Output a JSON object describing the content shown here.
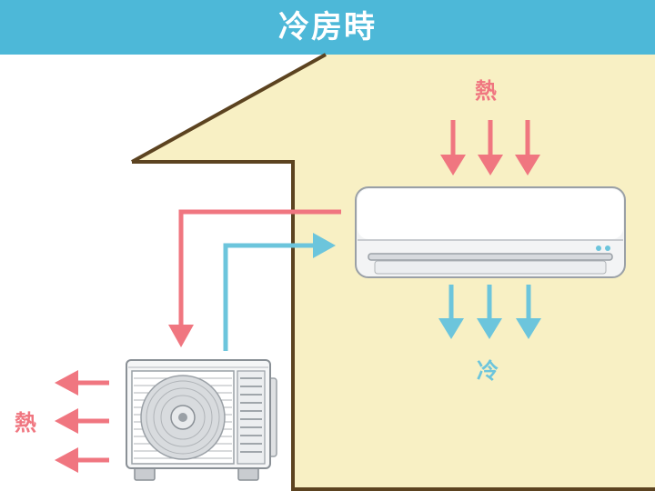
{
  "title": "冷房時",
  "labels": {
    "heat_indoor": "熱",
    "cool": "冷",
    "heat_outdoor": "熱"
  },
  "colors": {
    "header": "#4db8d8",
    "heat": "#f07680",
    "cool": "#6cc5dc",
    "wall": "#f8f0c4",
    "outline": "#5c4320"
  },
  "icons": {
    "indoor_unit": "air-conditioner-icon",
    "outdoor_unit": "outdoor-unit-icon"
  }
}
